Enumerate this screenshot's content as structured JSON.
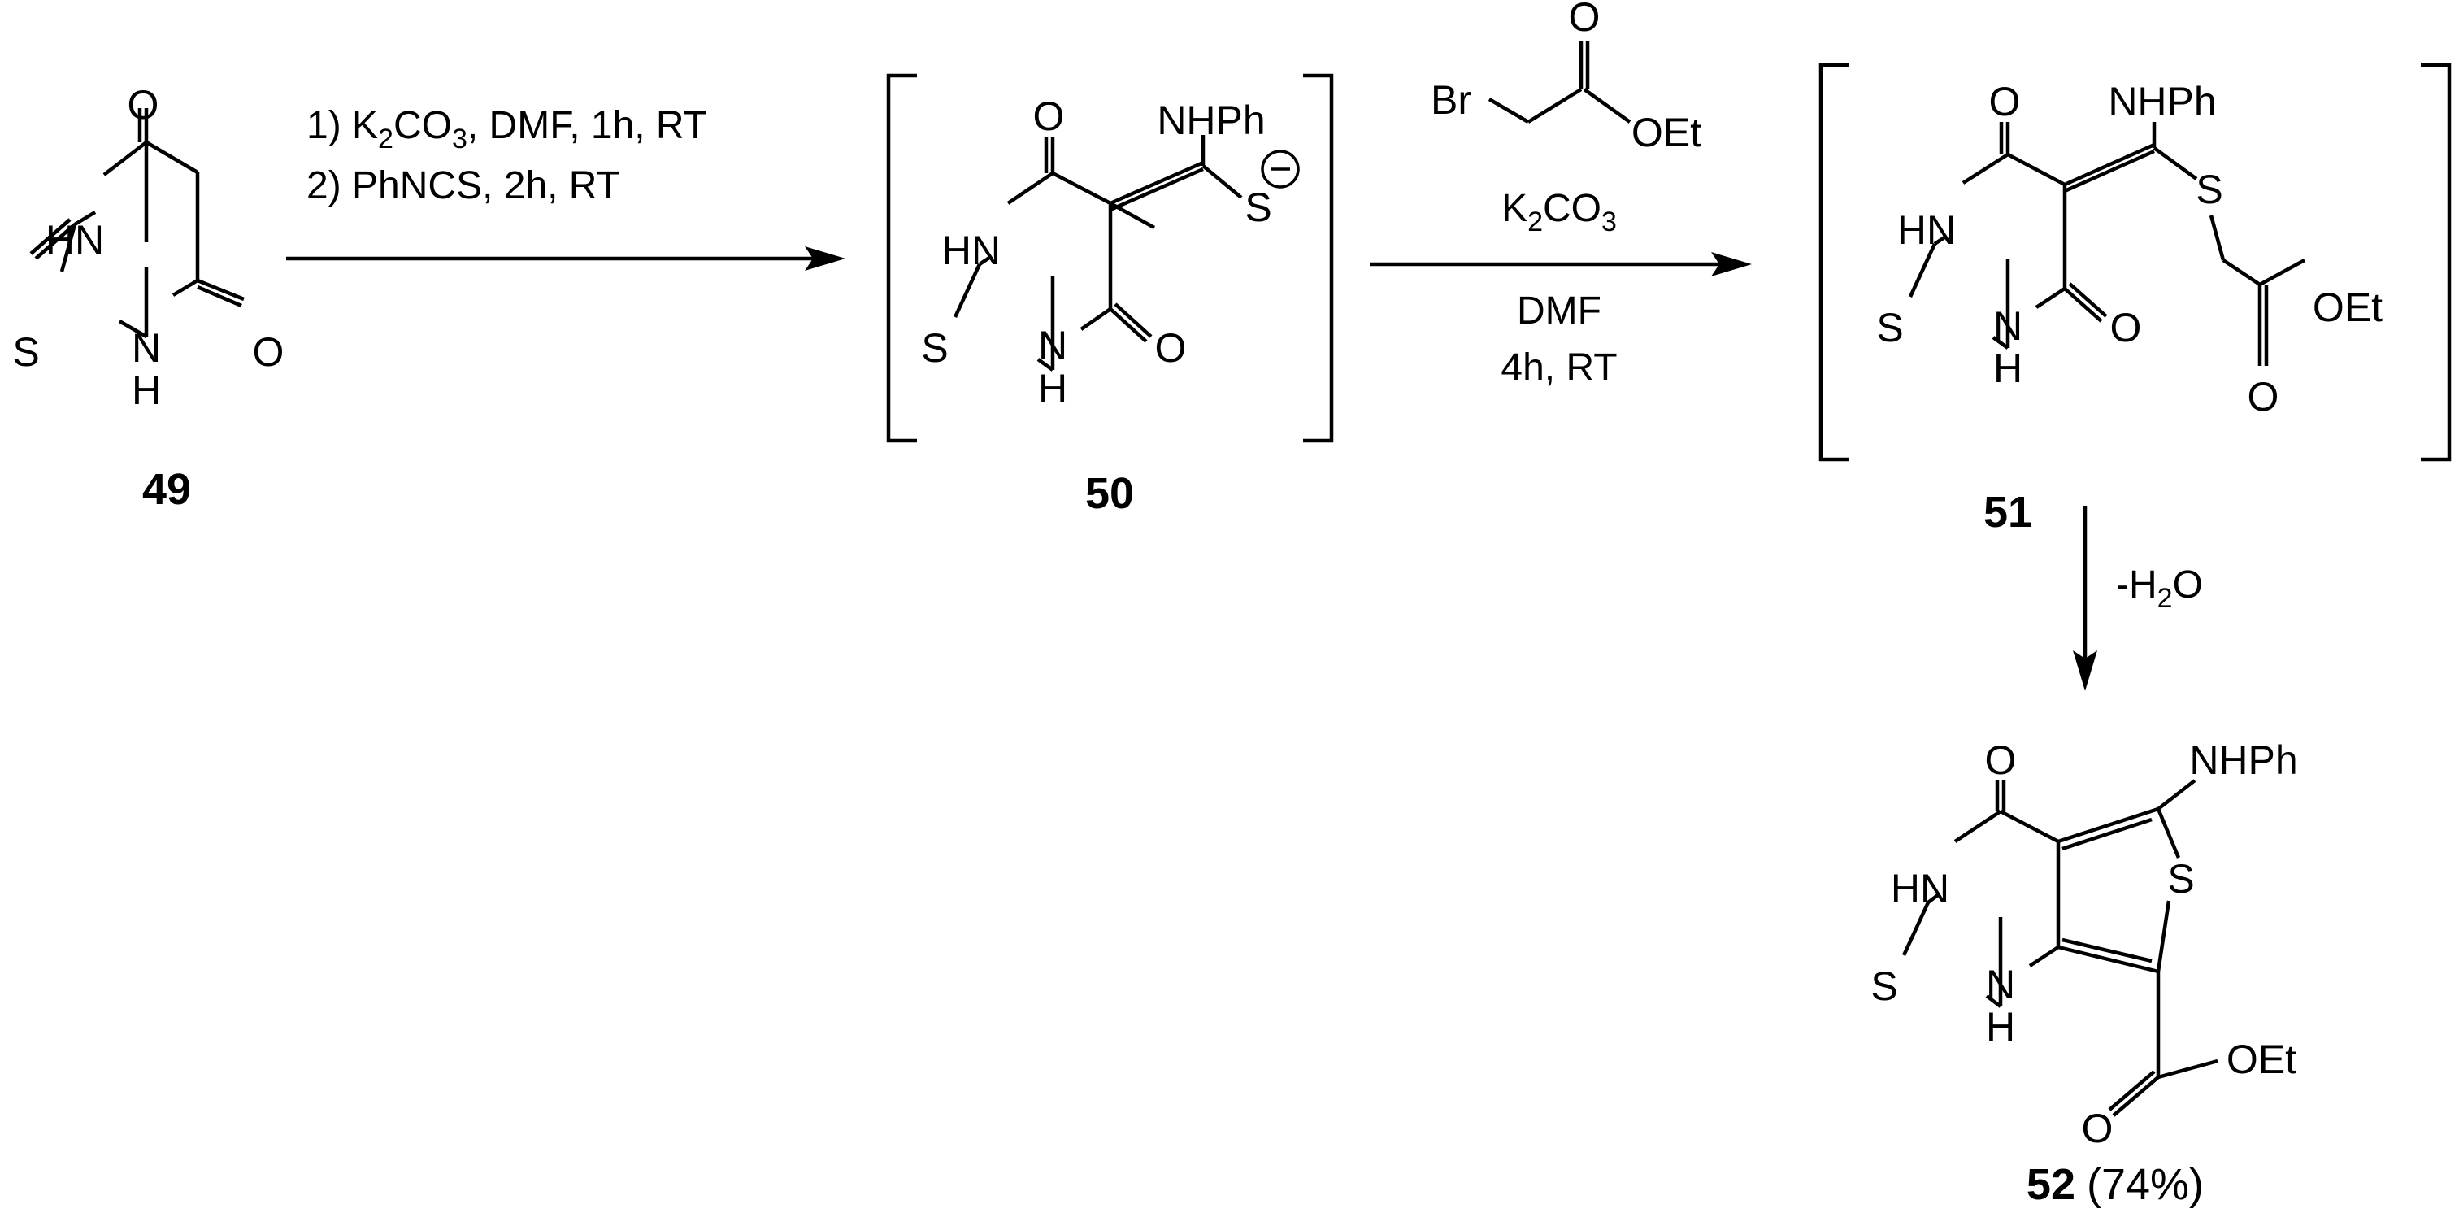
{
  "colors": {
    "ink": "#000000",
    "background": "#ffffff"
  },
  "compounds": [
    {
      "id": "49",
      "label": "49"
    },
    {
      "id": "50",
      "label": "50"
    },
    {
      "id": "51",
      "label": "51"
    },
    {
      "id": "52",
      "label": "52",
      "yield": "(74%)"
    }
  ],
  "atoms": {
    "O": "O",
    "S": "S",
    "HN": "HN",
    "H": "H",
    "N": "N",
    "NHPh": "NHPh",
    "OEt": "OEt",
    "Br": "Br",
    "charge": "−"
  },
  "steps": {
    "step1": {
      "line1": {
        "pre": "1) K",
        "sub": "2",
        "mid": "CO",
        "sub2": "3",
        "post": ", DMF, 1h, RT"
      },
      "line2": "2) PhNCS, 2h, RT"
    },
    "step2": {
      "reagent_base": {
        "pre": "K",
        "sub": "2",
        "mid": "CO",
        "sub2": "3"
      },
      "solvent": "DMF",
      "time": "4h, RT"
    },
    "step3": {
      "pre": "-H",
      "sub": "2",
      "post": "O"
    }
  }
}
